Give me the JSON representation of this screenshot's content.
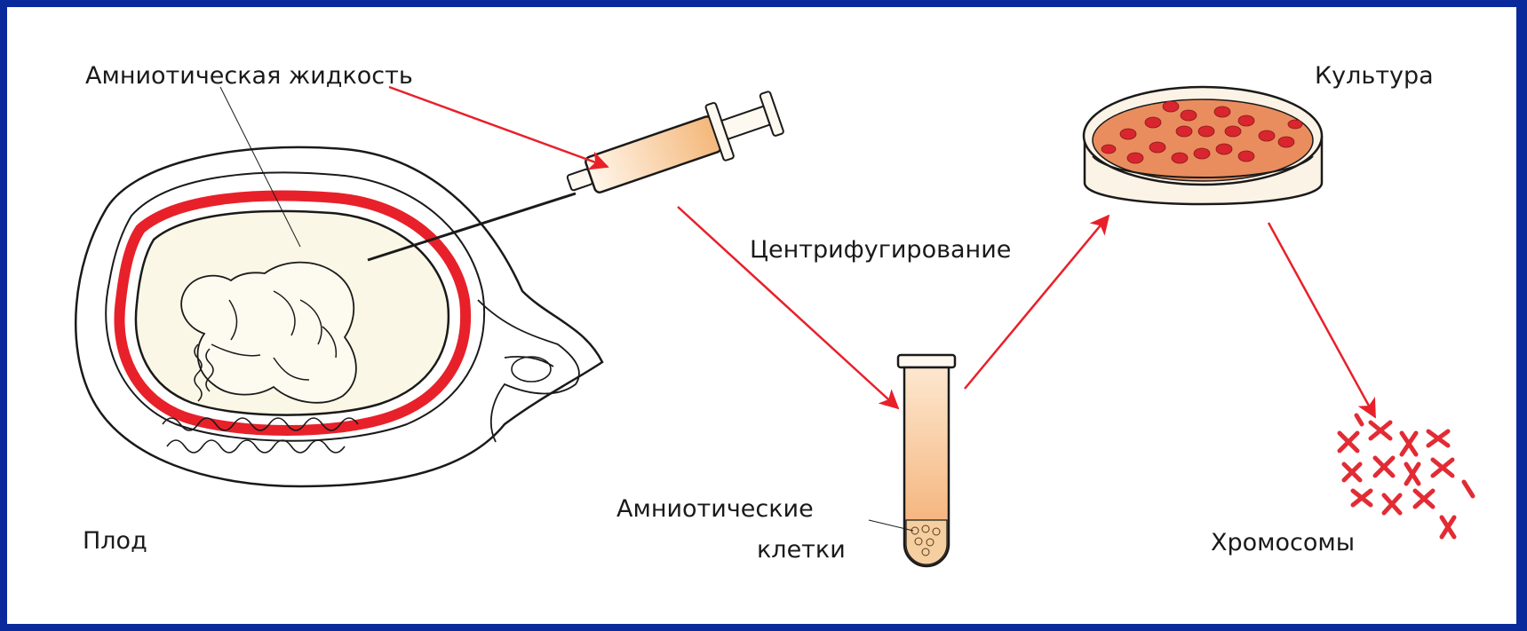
{
  "labels": {
    "amniotic_fluid": "Амниотическая жидкость",
    "culture": "Культура",
    "centrifugation": "Центрифугирование",
    "fetus": "Плод",
    "amniotic_cells_line1": "Амниотические",
    "amniotic_cells_line2": "клетки",
    "chromosomes": "Хромосомы"
  },
  "colors": {
    "frame": "#0a2a9c",
    "arrow": "#e8202a",
    "uterus_wall": "#e8202a",
    "fluid": "#fbf7e6",
    "sample": "#f4b077",
    "cells": "#d9252e",
    "chromosome": "#e22b34"
  }
}
